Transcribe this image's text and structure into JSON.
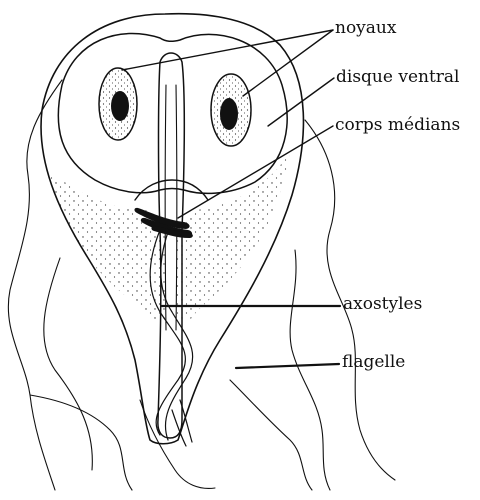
{
  "labels": {
    "noyaux": "noyaux",
    "disque_ventral": "disque ventral",
    "corps_medians": "corps médians",
    "axostyles": "axostyles",
    "flagelle": "flagelle"
  },
  "colors": {
    "ink": "#111111",
    "background": "#ffffff"
  }
}
